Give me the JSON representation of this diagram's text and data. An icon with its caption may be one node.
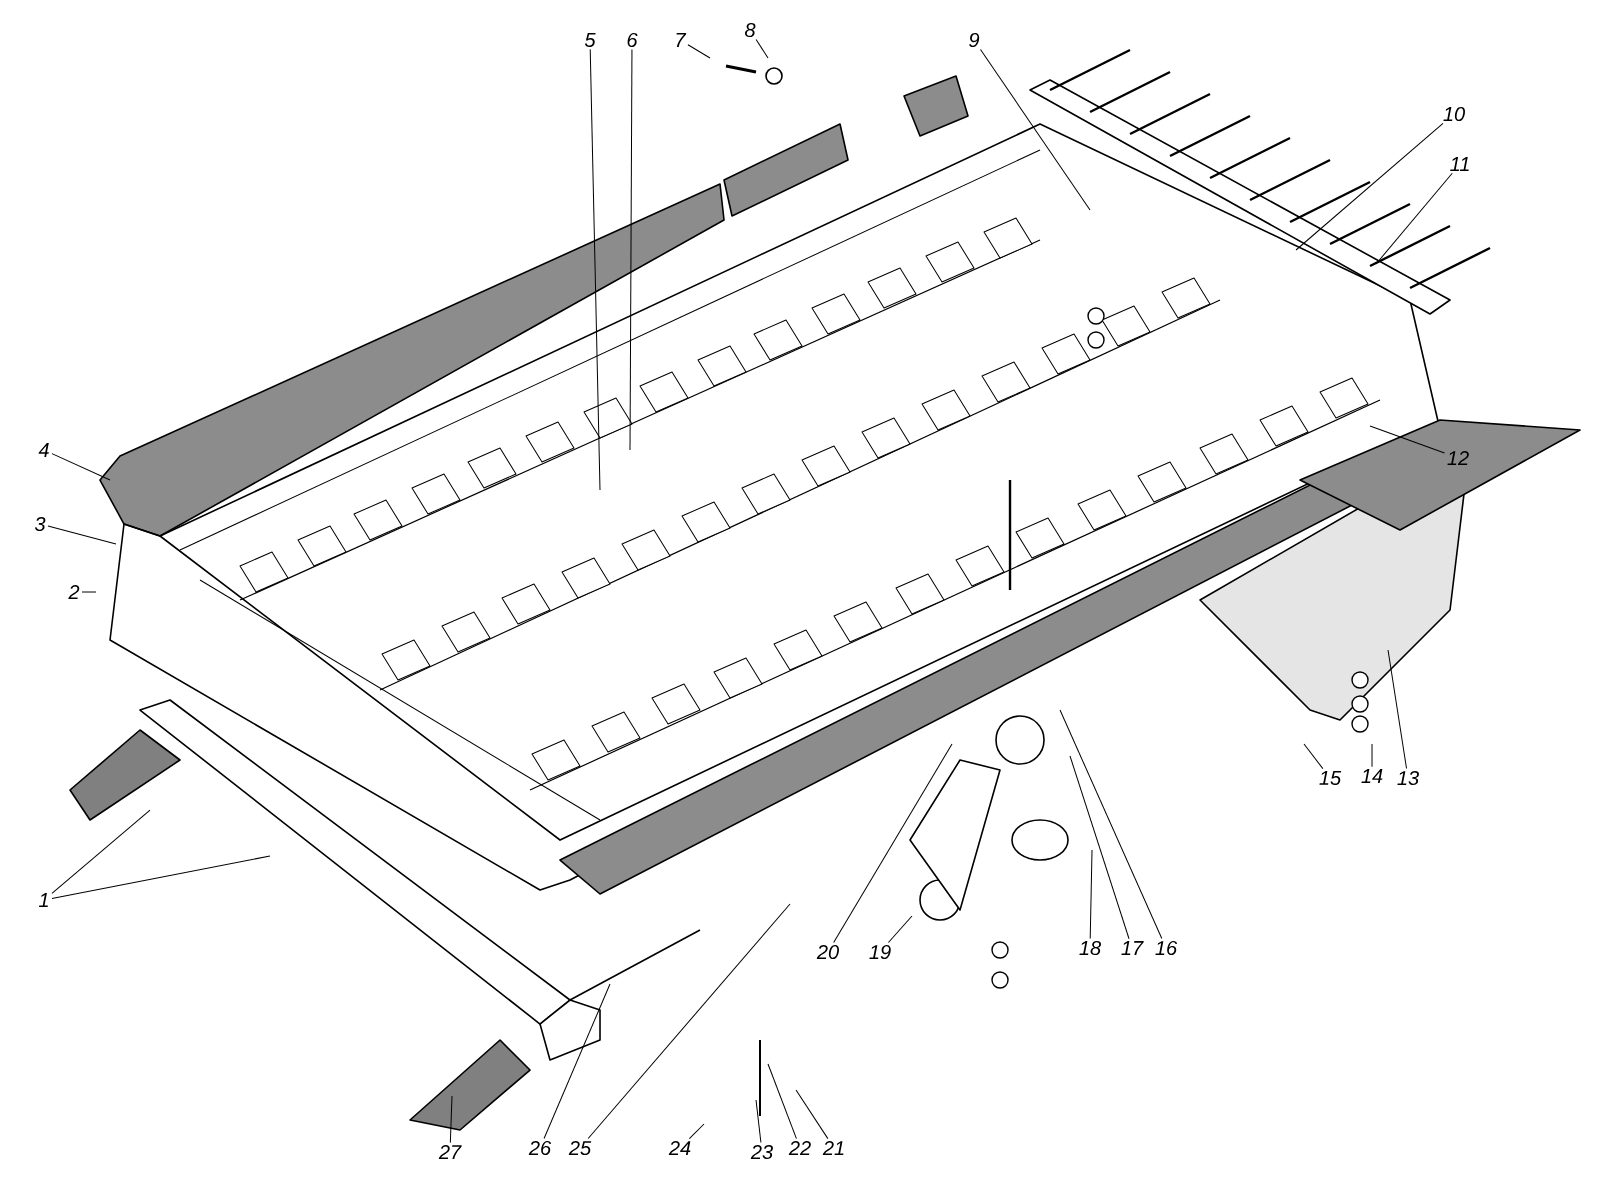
{
  "diagram": {
    "nodes": [
      {
        "text": [
          "1"
        ]
      },
      {
        "text": [
          "2"
        ]
      },
      {
        "text": [
          "3"
        ]
      },
      {
        "text": [
          "4"
        ]
      },
      {
        "text": [
          "5"
        ]
      },
      {
        "text": [
          "6"
        ]
      },
      {
        "text": [
          "7"
        ]
      },
      {
        "text": [
          "8"
        ]
      },
      {
        "text": [
          "9"
        ]
      },
      {
        "text": [
          "10"
        ]
      },
      {
        "text": [
          "11"
        ]
      },
      {
        "text": [
          "12"
        ]
      },
      {
        "text": [
          "13"
        ]
      },
      {
        "text": [
          "14"
        ]
      },
      {
        "text": [
          "15"
        ]
      },
      {
        "text": [
          "16"
        ]
      },
      {
        "text": [
          "17"
        ]
      },
      {
        "text": [
          "18"
        ]
      },
      {
        "text": [
          "19"
        ]
      },
      {
        "text": [
          "20"
        ]
      },
      {
        "text": [
          "21"
        ]
      },
      {
        "text": [
          "22"
        ]
      },
      {
        "text": [
          "23"
        ]
      },
      {
        "text": [
          "24"
        ]
      },
      {
        "text": [
          "25"
        ]
      },
      {
        "text": [
          "26"
        ]
      },
      {
        "text": [
          "27"
        ]
      }
    ],
    "edges": [
      {
        "from": 0,
        "to": null,
        "arrow": "none"
      },
      {
        "from": 0,
        "to": null,
        "arrow": "none"
      },
      {
        "from": 1,
        "to": null,
        "arrow": "none"
      },
      {
        "from": 2,
        "to": null,
        "arrow": "none"
      },
      {
        "from": 3,
        "to": null,
        "arrow": "none"
      },
      {
        "from": 4,
        "to": null,
        "arrow": "none"
      },
      {
        "from": 5,
        "to": null,
        "arrow": "none"
      },
      {
        "from": 6,
        "to": null,
        "arrow": "none"
      },
      {
        "from": 7,
        "to": null,
        "arrow": "none"
      },
      {
        "from": 8,
        "to": null,
        "arrow": "none"
      },
      {
        "from": 9,
        "to": null,
        "arrow": "none"
      },
      {
        "from": 10,
        "to": null,
        "arrow": "none"
      },
      {
        "from": 11,
        "to": null,
        "arrow": "none"
      },
      {
        "from": 12,
        "to": null,
        "arrow": "none"
      },
      {
        "from": 13,
        "to": null,
        "arrow": "none"
      },
      {
        "from": 14,
        "to": null,
        "arrow": "none"
      },
      {
        "from": 15,
        "to": null,
        "arrow": "none"
      },
      {
        "from": 16,
        "to": null,
        "arrow": "none"
      },
      {
        "from": 17,
        "to": null,
        "arrow": "none"
      },
      {
        "from": 18,
        "to": null,
        "arrow": "none"
      },
      {
        "from": 19,
        "to": null,
        "arrow": "none"
      },
      {
        "from": 20,
        "to": null,
        "arrow": "none"
      },
      {
        "from": 21,
        "to": null,
        "arrow": "none"
      },
      {
        "from": 22,
        "to": null,
        "arrow": "none"
      },
      {
        "from": 23,
        "to": null,
        "arrow": "none"
      },
      {
        "from": 24,
        "to": null,
        "arrow": "none"
      },
      {
        "from": 25,
        "to": null,
        "arrow": "none"
      },
      {
        "from": 26,
        "to": null,
        "arrow": "none"
      }
    ]
  }
}
